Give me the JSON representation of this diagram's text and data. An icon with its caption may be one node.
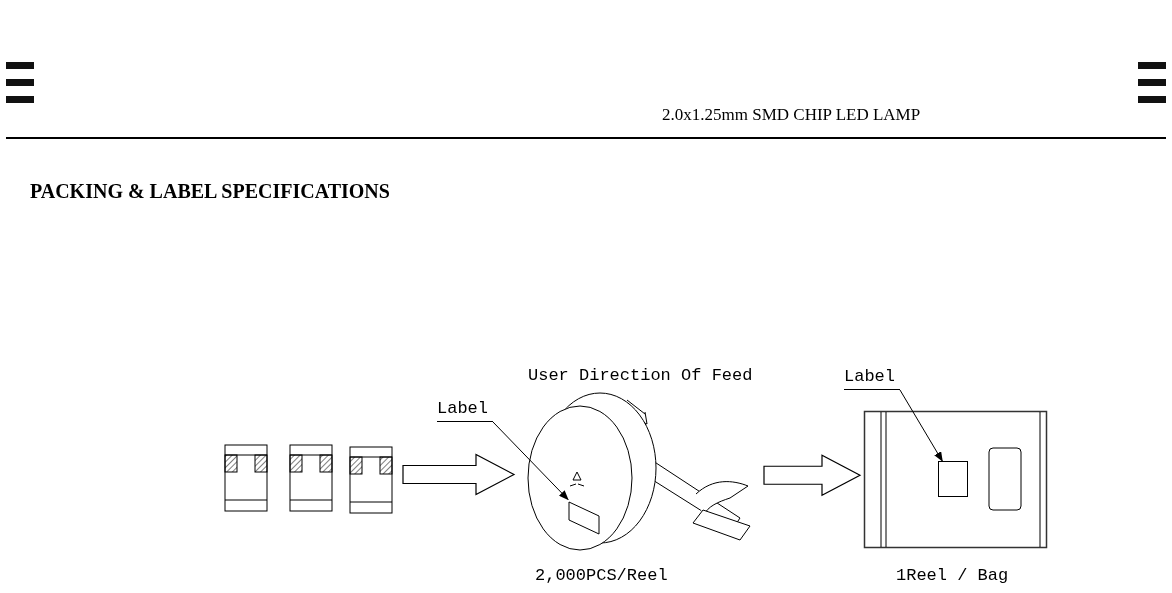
{
  "diagram": {
    "title": "PACKING & LABEL SPECIFICATIONS",
    "nodes": [
      {
        "text": [],
        "shape": "picture"
      },
      {
        "text": [
          "Label"
        ]
      },
      {
        "text": [],
        "shape": "picture",
        "beside": [
          "2,000PCS/Reel"
        ]
      },
      {
        "text": [],
        "shape": "box",
        "in": 2
      },
      {
        "text": [
          "Label"
        ]
      },
      {
        "text": [],
        "shape": "box",
        "beside": [
          "1Reel / Bag"
        ]
      },
      {
        "text": [],
        "shape": "box",
        "in": 5
      }
    ],
    "edges": [
      {
        "from": 0,
        "to": 2,
        "arrow": "to",
        "style": "thick"
      },
      {
        "from": 1,
        "to": 3,
        "arrow": "to"
      },
      {
        "from": 2,
        "to": 5,
        "arrow": "to",
        "style": "thick"
      },
      {
        "from": 4,
        "to": 6,
        "arrow": "to"
      }
    ],
    "labels": [
      "2.0x1.25mm SMD CHIP LED LAMP",
      "User Direction Of Feed"
    ]
  }
}
